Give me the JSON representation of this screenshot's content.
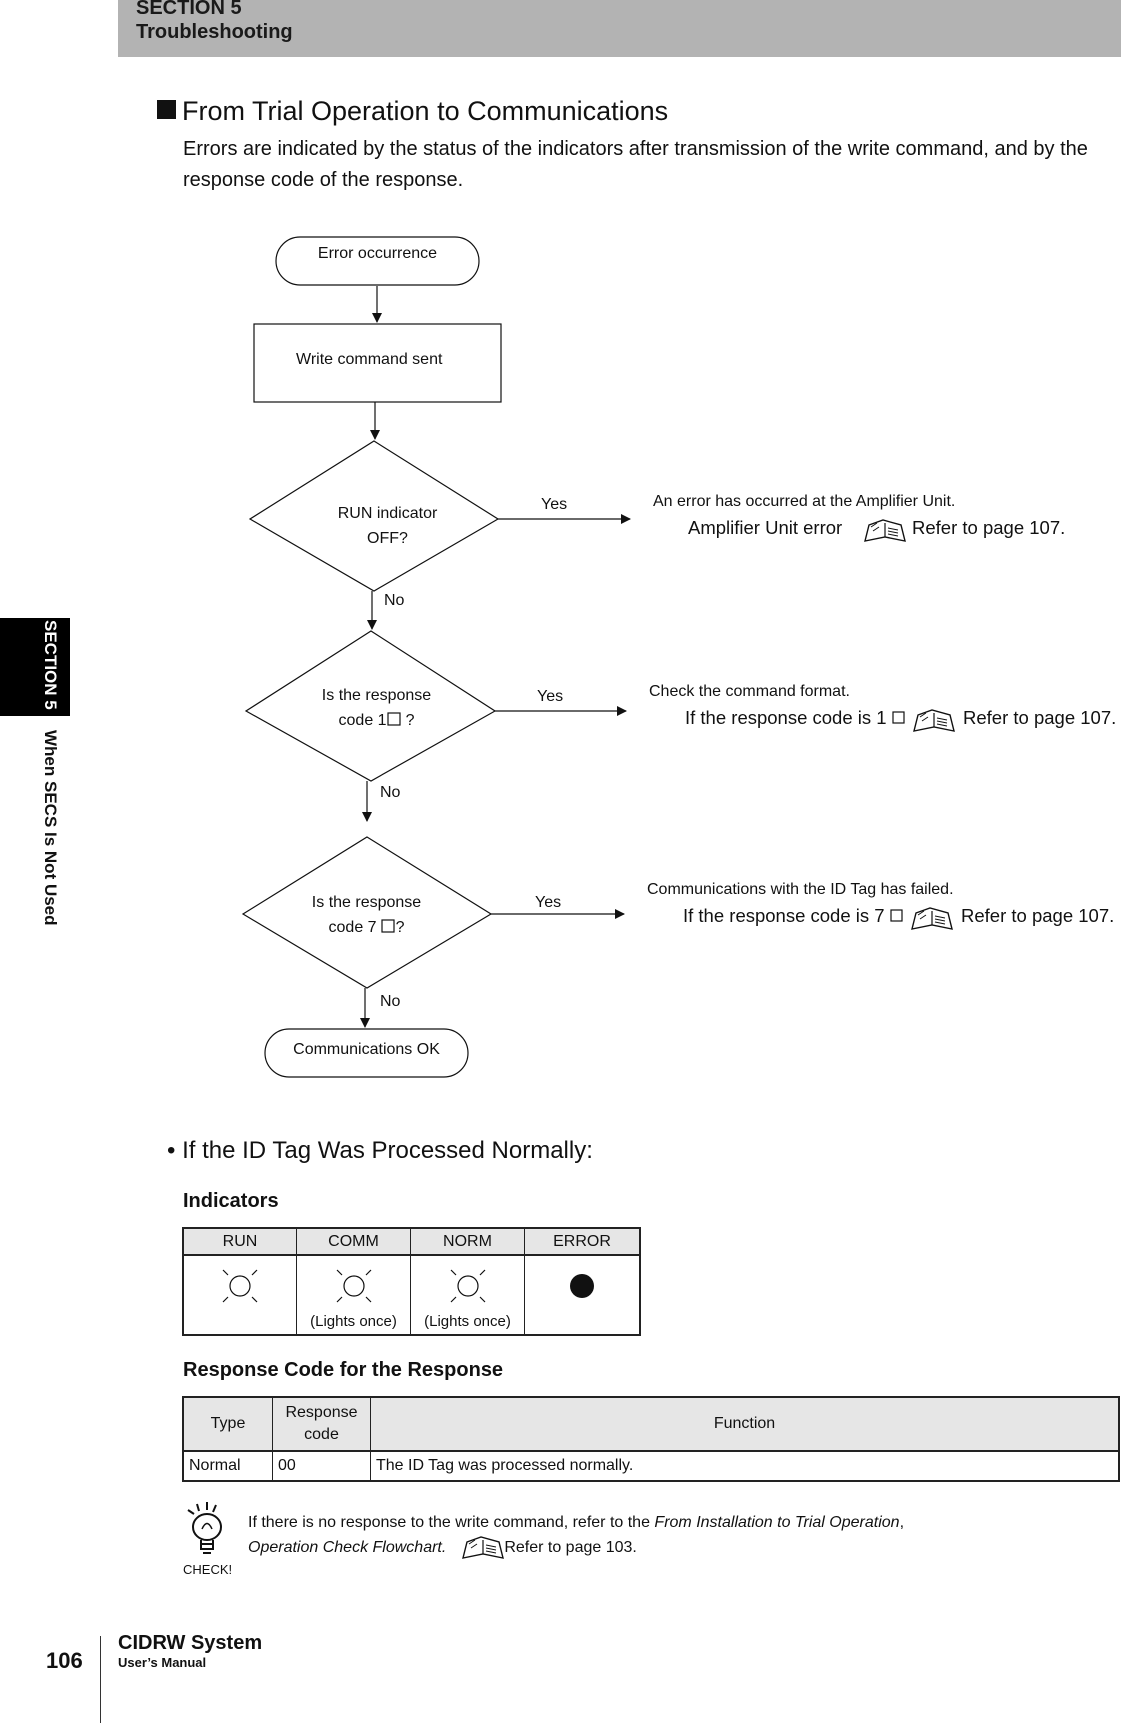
{
  "header": {
    "section": "SECTION 5",
    "title": "Troubleshooting"
  },
  "side_tab": {
    "section": "SECTION 5",
    "label": "When SECS Is Not Used"
  },
  "section_title": "From Trial Operation to Communications",
  "intro": "Errors are indicated by the status of the indicators after transmission of the write command, and by the response code of the response.",
  "flowchart": {
    "start": "Error occurrence",
    "process": "Write command sent",
    "decision1": {
      "line1": "RUN indicator",
      "line2": "OFF?"
    },
    "decision2": {
      "line1": "Is the response",
      "line2": "code 1",
      "suffix": "?"
    },
    "decision3": {
      "line1": "Is the response",
      "line2": "code 7",
      "suffix": "?"
    },
    "end": "Communications OK",
    "yes": "Yes",
    "no": "No",
    "result1": {
      "note": "An error has occurred at the Amplifier Unit.",
      "detail": "Amplifier Unit error",
      "ref": "Refer to page 107."
    },
    "result2": {
      "note": "Check the command format.",
      "detail": "If the response code is 1",
      "ref": "Refer to page 107."
    },
    "result3": {
      "note": "Communications with the ID Tag has failed.",
      "detail": "If the response code is 7",
      "ref": "Refer to page 107."
    }
  },
  "processed_heading": "• If the ID Tag Was Processed Normally:",
  "indicators": {
    "heading": "Indicators",
    "columns": [
      "RUN",
      "COMM",
      "NORM",
      "ERROR"
    ],
    "states": [
      {
        "icon": "indicator-lit-icon",
        "label": ""
      },
      {
        "icon": "indicator-lit-icon",
        "label": "(Lights once)"
      },
      {
        "icon": "indicator-lit-icon",
        "label": "(Lights once)"
      },
      {
        "icon": "indicator-off-icon",
        "label": ""
      }
    ]
  },
  "response_code": {
    "heading": "Response Code for the Response",
    "columns": [
      "Type",
      "Response code",
      "Function"
    ],
    "rows": [
      {
        "type": "Normal",
        "code": "00",
        "function": "The ID Tag was processed normally."
      }
    ]
  },
  "check": {
    "label": "CHECK!",
    "text1": "If there is no response to the write command, refer to the ",
    "italic1": "From Installation to Trial Operation",
    "text2": ",",
    "italic2": "Operation Check Flowchart.",
    "ref": "Refer to page 103."
  },
  "footer": {
    "page": "106",
    "title": "CIDRW System",
    "subtitle": "User’s Manual"
  }
}
